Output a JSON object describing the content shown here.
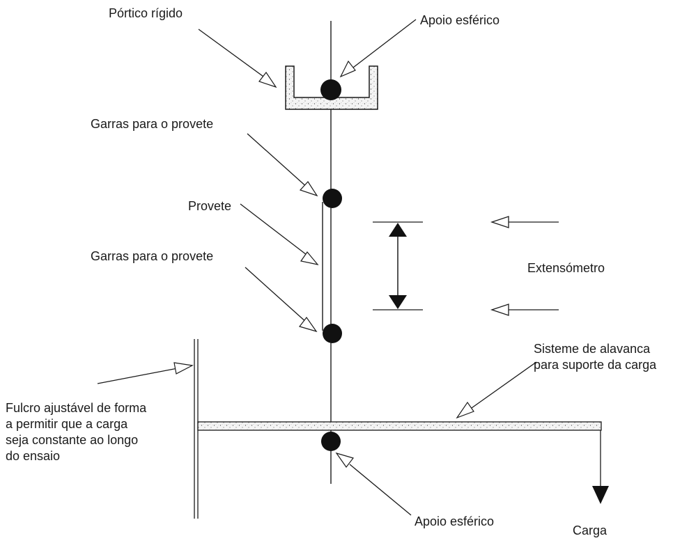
{
  "labels": {
    "rigid_frame": "Pórtico rígido",
    "spherical_support_top": "Apoio esférico",
    "specimen_grips_top": "Garras para o provete",
    "specimen": "Provete",
    "specimen_grips_bottom": "Garras para o provete",
    "extensometer": "Extensómetro",
    "lever_system": [
      "Sisteme de alavanca",
      "para suporte da carga"
    ],
    "fulcrum": [
      "Fulcro ajustável de forma",
      "a permitir que a carga",
      "seja constante ao longo",
      "do ensaio"
    ],
    "spherical_support_bottom": "Apoio esférico",
    "load": "Carga"
  },
  "colors": {
    "line": "#1a1a1a",
    "fill_dark": "#111111",
    "hatch_fill": "#f4f4f4"
  }
}
